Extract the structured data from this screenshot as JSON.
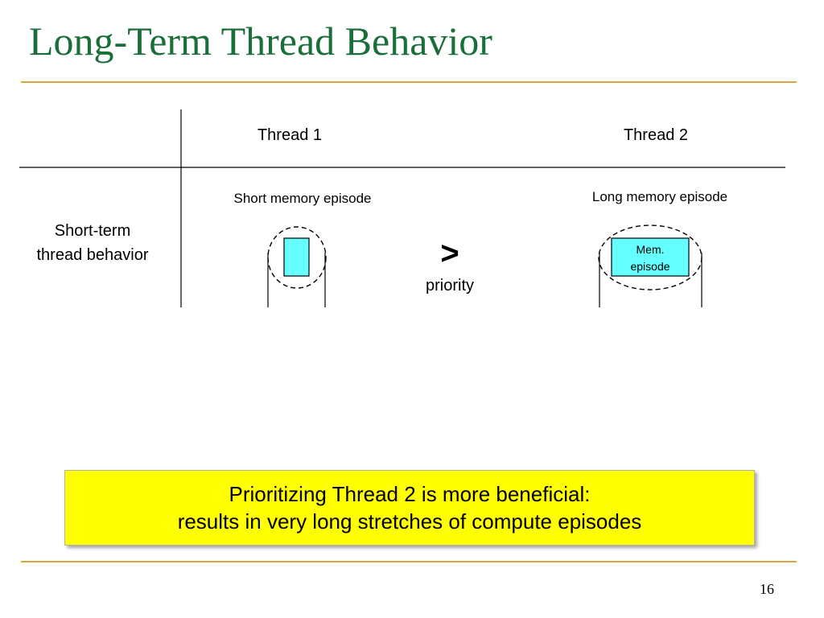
{
  "slide": {
    "title": "Long-Term Thread Behavior",
    "page_number": "16",
    "accent_color": "#1a6e3a",
    "rule_color": "#d4a83a"
  },
  "table": {
    "column_headers": [
      "Thread 1",
      "Thread 2"
    ],
    "row_header": [
      "Short-term",
      "thread behavior"
    ]
  },
  "thread1": {
    "label": "Short memory episode",
    "episode_fill": "#66ffff"
  },
  "thread2": {
    "label": "Long memory episode",
    "episode_text": [
      "Mem.",
      "episode"
    ],
    "episode_fill": "#66ffff"
  },
  "comparison": {
    "symbol": ">",
    "label": "priority"
  },
  "callout": {
    "lines": [
      "Prioritizing Thread 2 is more beneficial:",
      "results in very long stretches of compute episodes"
    ],
    "fill": "#ffff00"
  }
}
